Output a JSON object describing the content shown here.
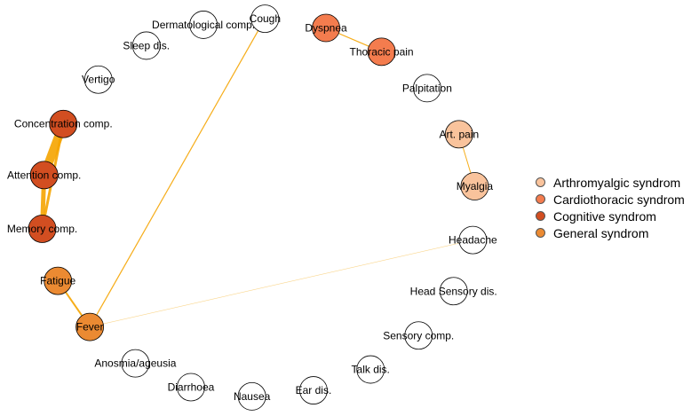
{
  "colors": {
    "arthromyalgic": "#f9c39c",
    "cardiothoracic": "#f47c4e",
    "cognitive": "#d24e21",
    "general": "#eb8a32",
    "none": "#ffffff",
    "edge": "#f5a400"
  },
  "nodes": [
    {
      "id": "cough",
      "label": "Cough",
      "group": "none"
    },
    {
      "id": "dyspnea",
      "label": "Dyspnea",
      "group": "cardiothoracic"
    },
    {
      "id": "thoracic_pain",
      "label": "Thoracic pain",
      "group": "cardiothoracic"
    },
    {
      "id": "palpitation",
      "label": "Palpitation",
      "group": "none"
    },
    {
      "id": "art_pain",
      "label": "Art. pain",
      "group": "arthromyalgic"
    },
    {
      "id": "myalgia",
      "label": "Myalgia",
      "group": "arthromyalgic"
    },
    {
      "id": "headache",
      "label": "Headache",
      "group": "none"
    },
    {
      "id": "head_sensory",
      "label": "Head Sensory dis.",
      "group": "none"
    },
    {
      "id": "sensory_comp",
      "label": "Sensory comp.",
      "group": "none"
    },
    {
      "id": "talk_dis",
      "label": "Talk dis.",
      "group": "none"
    },
    {
      "id": "ear_dis",
      "label": "Ear dis.",
      "group": "none"
    },
    {
      "id": "nausea",
      "label": "Nausea",
      "group": "none"
    },
    {
      "id": "diarrhoea",
      "label": "Diarrhoea",
      "group": "none"
    },
    {
      "id": "anosmia",
      "label": "Anosmia/ageusia",
      "group": "none"
    },
    {
      "id": "fever",
      "label": "Fever",
      "group": "general"
    },
    {
      "id": "fatigue",
      "label": "Fatigue",
      "group": "general"
    },
    {
      "id": "memory",
      "label": "Memory comp.",
      "group": "cognitive"
    },
    {
      "id": "attention",
      "label": "Attention comp.",
      "group": "cognitive"
    },
    {
      "id": "concentration",
      "label": "Concentration comp.",
      "group": "cognitive"
    },
    {
      "id": "vertigo",
      "label": "Vertigo",
      "group": "none"
    },
    {
      "id": "sleep",
      "label": "Sleep dis.",
      "group": "none"
    },
    {
      "id": "dermatological",
      "label": "Dermatological comp.",
      "group": "none"
    }
  ],
  "edges": [
    {
      "source": "concentration",
      "target": "attention",
      "weight": 10
    },
    {
      "source": "attention",
      "target": "memory",
      "weight": 5
    },
    {
      "source": "concentration",
      "target": "memory",
      "weight": 3
    },
    {
      "source": "fatigue",
      "target": "fever",
      "weight": 2
    },
    {
      "source": "fever",
      "target": "cough",
      "weight": 1.2
    },
    {
      "source": "fever",
      "target": "headache",
      "weight": 0.6
    },
    {
      "source": "dyspnea",
      "target": "thoracic_pain",
      "weight": 1.2
    },
    {
      "source": "art_pain",
      "target": "myalgia",
      "weight": 1
    }
  ],
  "legend": [
    {
      "label": "Arthromyalgic syndrom",
      "group": "arthromyalgic"
    },
    {
      "label": "Cardiothoracic syndrom",
      "group": "cardiothoracic"
    },
    {
      "label": "Cognitive syndrom",
      "group": "cognitive"
    },
    {
      "label": "General syndrom",
      "group": "general"
    }
  ]
}
